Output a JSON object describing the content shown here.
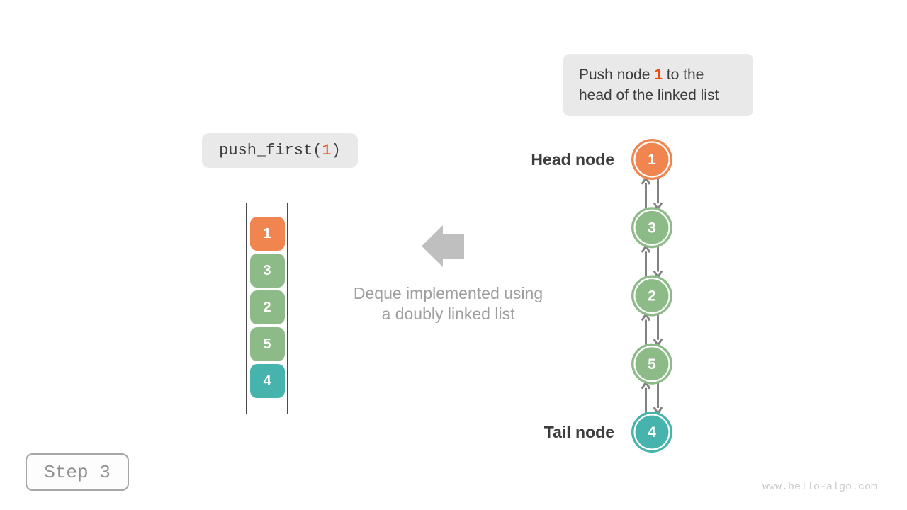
{
  "palette": {
    "orange": "#f08550",
    "green": "#8cbb88",
    "teal": "#46b4ad",
    "highlight": "#e84b0a",
    "gray_box": "#e9e9e9",
    "dark_text": "#3d3d3d",
    "muted_text": "#9e9e9e",
    "arrow_gray": "#828282",
    "big_arrow": "#bfbfbf",
    "rail": "#4b4b4b",
    "step_border": "#a6a6a6",
    "step_text": "#8f8f8f",
    "watermark": "#cacaca"
  },
  "callout": {
    "line1_before": "Push node ",
    "value": "1",
    "line1_after": " to the",
    "line2": "head of the linked list"
  },
  "code": {
    "before": "push_first(",
    "arg": "1",
    "after": ")"
  },
  "stack": {
    "items": [
      {
        "value": "1",
        "color": "orange"
      },
      {
        "value": "3",
        "color": "green"
      },
      {
        "value": "2",
        "color": "green"
      },
      {
        "value": "5",
        "color": "green"
      },
      {
        "value": "4",
        "color": "teal"
      }
    ]
  },
  "linked_list": {
    "head_label": "Head node",
    "tail_label": "Tail node",
    "nodes": [
      {
        "value": "1",
        "color": "orange"
      },
      {
        "value": "3",
        "color": "green"
      },
      {
        "value": "2",
        "color": "green"
      },
      {
        "value": "5",
        "color": "green"
      },
      {
        "value": "4",
        "color": "teal"
      }
    ]
  },
  "note": {
    "line1": "Deque implemented using",
    "line2": "a doubly linked list"
  },
  "step": {
    "label": "Step 3"
  },
  "watermark": "www.hello-algo.com"
}
